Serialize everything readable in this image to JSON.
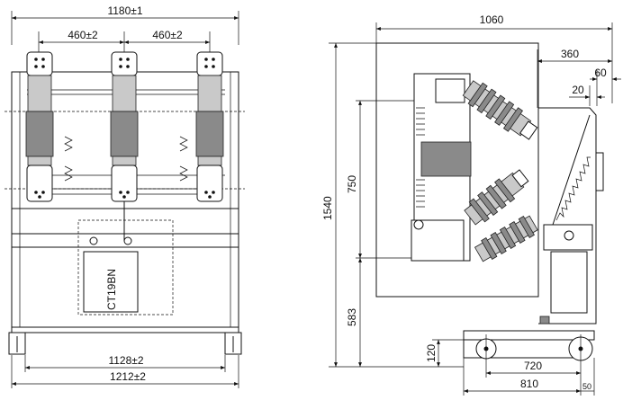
{
  "front_view": {
    "dim_width_overall": "1180±1",
    "dim_phase_left": "460±2",
    "dim_phase_right": "460±2",
    "dim_wheel_track": "1128±2",
    "dim_base_width": "1212±2",
    "mechanism_label": "CT19BN"
  },
  "side_view": {
    "dim_depth": "1060",
    "dim_360": "360",
    "dim_60": "60",
    "dim_20": "20",
    "dim_height": "1540",
    "dim_750": "750",
    "dim_583": "583",
    "dim_120": "120",
    "dim_720": "720",
    "dim_810": "810",
    "dim_50": "50"
  }
}
